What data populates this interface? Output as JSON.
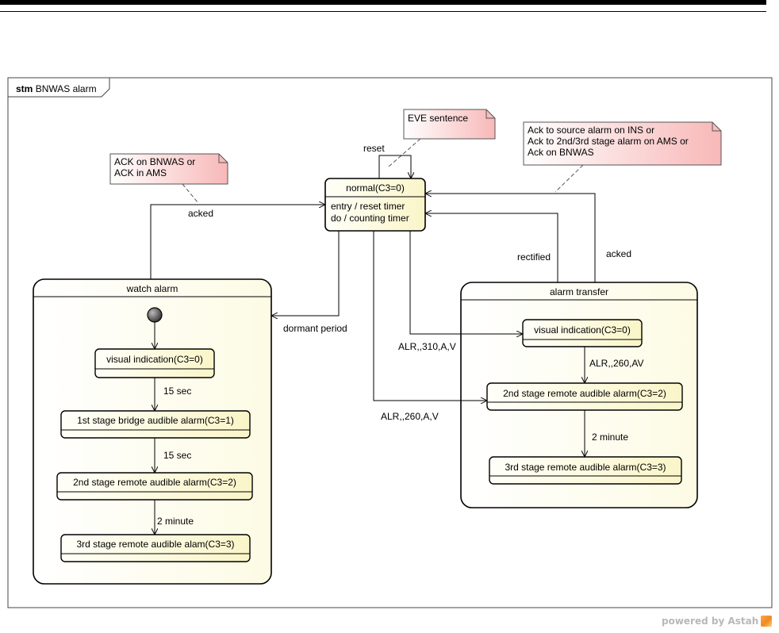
{
  "frame": {
    "keyword": "stm",
    "name": "BNWAS alarm"
  },
  "states": {
    "normal": {
      "name": "normal(C3=0)",
      "entry": "entry / reset timer",
      "do": "do / counting timer"
    },
    "watch_alarm": {
      "name": "watch alarm",
      "visual": "visual indication(C3=0)",
      "stage1": "1st stage bridge audible alarm(C3=1)",
      "stage2": "2nd stage remote audible alarm(C3=2)",
      "stage3": "3rd stage remote audible alam(C3=3)"
    },
    "alarm_transfer": {
      "name": "alarm transfer",
      "visual": "visual indication(C3=0)",
      "stage2": "2nd stage remote audible alarm(C3=2)",
      "stage3": "3rd stage remote audible alarm(C3=3)"
    }
  },
  "transitions": {
    "reset": "reset",
    "acked_left": "acked",
    "dormant": "dormant period",
    "wa_15sec_1": "15 sec",
    "wa_15sec_2": "15 sec",
    "wa_2min": "2 minute",
    "alr_310": "ALR,,310,A,V",
    "alr_260": "ALR,,260,A,V",
    "at_260": "ALR,,260,AV",
    "at_2min": "2 minute",
    "rectified": "rectified",
    "acked_right": "acked"
  },
  "notes": {
    "eve": [
      "EVE sentence"
    ],
    "ack_bnwas": [
      "ACK on BNWAS or",
      "ACK in AMS"
    ],
    "ack_source": [
      "Ack to source alarm on INS or",
      "Ack to 2nd/3rd stage alarm on AMS or",
      "Ack on BNWAS"
    ]
  },
  "footer": {
    "powered_by": "powered by Astah"
  },
  "colors": {
    "state_fill_light": "#fffff8",
    "state_fill_dark": "#faf5c8",
    "note_fill_light": "#ffffff",
    "note_fill_dark": "#f8b8b8",
    "initial_fill": "#555555"
  }
}
